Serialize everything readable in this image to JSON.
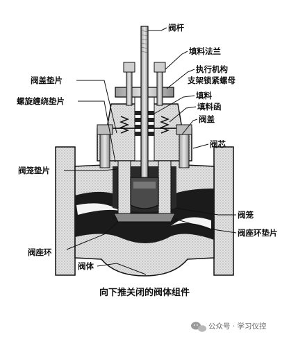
{
  "labels": {
    "stem": "阀杆",
    "packing_flange": "填料法兰",
    "actuator_nut_line1": "执行机构",
    "actuator_nut_line2": "支架锁紧螺母",
    "packing": "填料",
    "packing_box": "填料函",
    "bonnet": "阀盖",
    "plug": "阀芯",
    "bonnet_gasket": "阀盖垫片",
    "spiral_gasket": "螺旋缠绕垫片",
    "cage_gasket": "阀笼垫片",
    "cage": "阀笼",
    "seat_ring_gasket": "阀座环垫片",
    "seat_ring": "阀座环",
    "body": "阀体"
  },
  "caption": "向下推关闭的阀体组件",
  "watermark": {
    "text": "公众号 · 学习仪控",
    "icon": "wechat-icon"
  },
  "colors": {
    "ink": "#111111",
    "metal": "#d4d4d4",
    "dark_metal": "#3a3a3a",
    "background": "#ffffff"
  }
}
